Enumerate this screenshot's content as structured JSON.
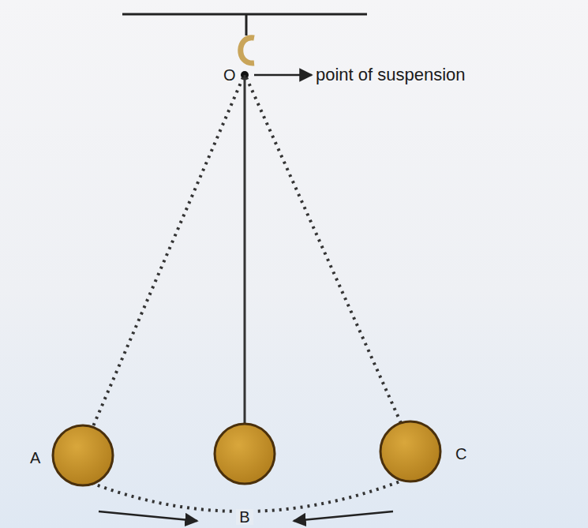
{
  "diagram": {
    "labels": [
      "O",
      "point of suspension",
      "A",
      "B",
      "C"
    ]
  }
}
